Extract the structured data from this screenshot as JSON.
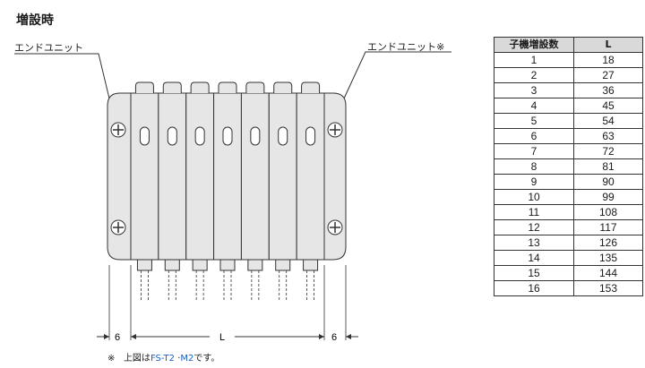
{
  "title": "増設時",
  "labels": {
    "end_unit_left": "エンドユニット",
    "end_unit_right": "エンドユニット※"
  },
  "dimensions": {
    "left_gap": "6",
    "length": "L",
    "right_gap": "6"
  },
  "note": {
    "mark": "※",
    "prefix": "上図は",
    "model1": "FS-T2",
    "sep": "·",
    "model2": "M2",
    "suffix": "です。"
  },
  "table": {
    "headers": [
      "子機増設数",
      "L"
    ],
    "rows": [
      [
        "1",
        "18"
      ],
      [
        "2",
        "27"
      ],
      [
        "3",
        "36"
      ],
      [
        "4",
        "45"
      ],
      [
        "5",
        "54"
      ],
      [
        "6",
        "63"
      ],
      [
        "7",
        "72"
      ],
      [
        "8",
        "81"
      ],
      [
        "9",
        "90"
      ],
      [
        "10",
        "99"
      ],
      [
        "11",
        "108"
      ],
      [
        "12",
        "117"
      ],
      [
        "13",
        "126"
      ],
      [
        "14",
        "135"
      ],
      [
        "15",
        "144"
      ],
      [
        "16",
        "153"
      ]
    ]
  },
  "colors": {
    "body_fill": "#e6e6e6",
    "outline": "#333333",
    "header_bg": "#d9d9d9",
    "model_text": "#1f5fbf"
  },
  "module_count": 7
}
